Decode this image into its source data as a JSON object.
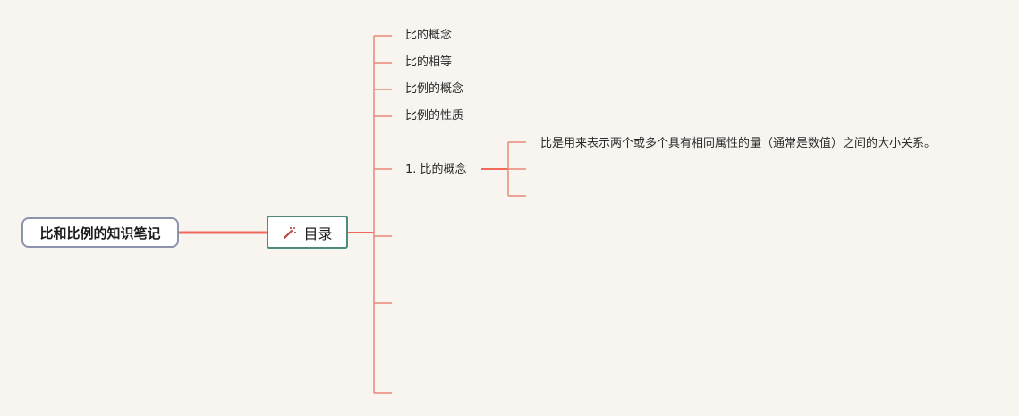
{
  "root": {
    "title": "比和比例的知识笔记"
  },
  "toc": {
    "icon": "magic-wand-icon",
    "label": "目录"
  },
  "branches": [
    {
      "label": "比的概念"
    },
    {
      "label": "比的相等"
    },
    {
      "label": "比例的概念"
    },
    {
      "label": "比例的性质"
    },
    {
      "label": "1. 比的概念"
    }
  ],
  "sub_branch": {
    "description": "比是用来表示两个或多个具有相同属性的量（通常是数值）之间的大小关系。"
  },
  "colors": {
    "connector": "#e88a78",
    "root_connector": "#ef6a5a",
    "root_border": "#8d93ad",
    "toc_border": "#4c8b7e",
    "background": "#f8f5f1"
  }
}
